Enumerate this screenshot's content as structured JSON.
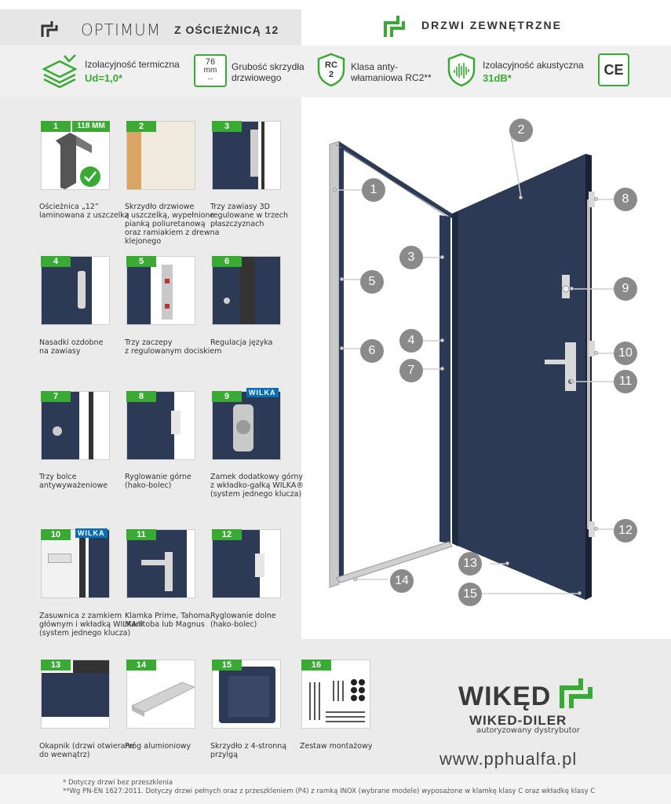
{
  "header": {
    "model": "OPTIMUM",
    "variant": "Z OŚCIEŻNICĄ 12",
    "category": "DRZWI ZEWNĘTRZNE"
  },
  "features": [
    {
      "icon": "layers-icon",
      "label": "Izolacyjność termiczna",
      "value": "Ud=1,0*"
    },
    {
      "icon": "thickness-icon",
      "badge_top": "76",
      "badge_bottom": "mm",
      "label_line1": "Grubość skrzydła",
      "label_line2": "drzwiowego"
    },
    {
      "icon": "shield-icon",
      "badge_top": "RC",
      "badge_bottom": "2",
      "label_line1": "Klasa anty-",
      "label_line2": "włamaniowa RC2**"
    },
    {
      "icon": "acoustic-shield-icon",
      "label": "Izolacyjność akustyczna",
      "value": "31dB*"
    },
    {
      "icon": "ce-icon",
      "label": "CE"
    }
  ],
  "components": [
    {
      "num": "1",
      "extra": "118 MM",
      "caption": [
        "Ościeżnica „12”",
        "laminowana z uszczelką"
      ]
    },
    {
      "num": "2",
      "caption": [
        "Skrzydło drzwiowe",
        "z uszczelką, wypełnione",
        "pianką poliuretanową",
        "oraz ramiakiem z drewna",
        "klejonego"
      ]
    },
    {
      "num": "3",
      "caption": [
        "Trzy zawiasy 3D",
        "regulowane w trzech",
        "płaszczyznach"
      ]
    },
    {
      "num": "4",
      "caption": [
        "Nasadki ozdobne",
        "na zawiasy"
      ]
    },
    {
      "num": "5",
      "caption": [
        "Trzy zaczepy",
        "z regulowanym dociskiem"
      ]
    },
    {
      "num": "6",
      "caption": [
        "Regulacja języka"
      ]
    },
    {
      "num": "7",
      "caption": [
        "Trzy bolce",
        "antywyważeniowe"
      ]
    },
    {
      "num": "8",
      "caption": [
        "Ryglowanie górne",
        "(hako-bolec)"
      ]
    },
    {
      "num": "9",
      "wilka": "WILKA",
      "caption": [
        "Zamek dodatkowy górny",
        "z wkładko-gałką WILKA®",
        "(system jednego klucza)"
      ]
    },
    {
      "num": "10",
      "wilka": "WILKA",
      "caption": [
        "Zasuwnica z zamkiem",
        "głównym i wkładką WILKA®",
        "(system jednego klucza)"
      ]
    },
    {
      "num": "11",
      "caption": [
        "Klamka Prime, Tahoma,",
        "Manitoba lub Magnus"
      ]
    },
    {
      "num": "12",
      "caption": [
        "Ryglowanie dolne",
        "(hako-bolec)"
      ]
    },
    {
      "num": "13",
      "caption": [
        "Okapnik (drzwi otwierane",
        "do wewnątrz)"
      ]
    },
    {
      "num": "14",
      "caption": [
        "Próg alumioniowy"
      ]
    },
    {
      "num": "15",
      "caption": [
        "Skrzydło z 4-stronną",
        "przylgą"
      ]
    },
    {
      "num": "16",
      "caption": [
        "Zestaw montażowy"
      ]
    }
  ],
  "callouts": [
    "1",
    "2",
    "3",
    "4",
    "5",
    "6",
    "7",
    "8",
    "9",
    "10",
    "11",
    "12",
    "13",
    "14",
    "15"
  ],
  "brand": {
    "logo": "WIKĘD",
    "dealer": "WIKED-DILER",
    "dealer_sub": "autoryzowany dystrybutor",
    "website": "www.pphualfa.pl"
  },
  "footnotes": {
    "line1": "* Dotyczy drzwi bez przeszklenia",
    "line2": "**Wg PN-EN 1627:2011. Dotyczy drzwi pełnych oraz z przeszkleniem (P4) z ramką INOX (wybrane modele) wyposażone w klamkę klasy C oraz wkładkę klasy C"
  },
  "colors": {
    "accent": "#3aaa35",
    "door": "#2d3a55",
    "frame": "#c9c9c9",
    "callout": "#8a8a8a"
  }
}
